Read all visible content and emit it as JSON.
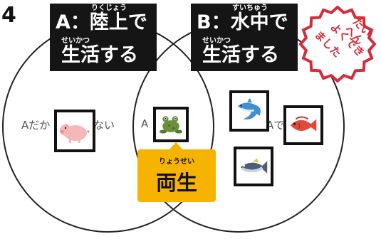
{
  "question_number": "4",
  "set_a": {
    "title": "A：陸上で",
    "title_ruby": "りくじょう",
    "line2": "生活する",
    "line2_ruby": "せいかつ"
  },
  "set_b": {
    "title": "B：水中で",
    "title_ruby": "すいちゅう",
    "line2": "生活する",
    "line2_ruby": "せいかつ"
  },
  "region_a_text": "Aだか",
  "region_a_text2": "ない",
  "region_middle_text": "A",
  "region_b_text": "Aで",
  "intersection_label": "両生",
  "intersection_ruby": "りょうせい",
  "stamp": {
    "lines": [
      "たいへん",
      "よくでき",
      "ました"
    ]
  },
  "animals": {
    "a_only": [
      "pig"
    ],
    "both": [
      "frog"
    ],
    "b_only": [
      "dolphin",
      "red-sea-bream",
      "tuna"
    ]
  },
  "colors": {
    "title_bg": "#151515",
    "callout": "#f6b300",
    "stamp": "#d42c3a"
  }
}
